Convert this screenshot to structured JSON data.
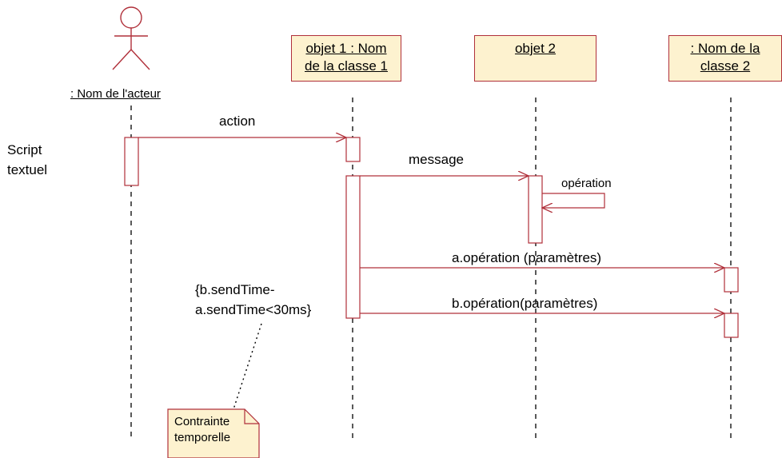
{
  "actor": {
    "name": ": Nom de l'acteur"
  },
  "objects": [
    {
      "line1": "objet 1 : Nom",
      "line2": "de la classe 1"
    },
    {
      "line1": "objet 2",
      "line2": ""
    },
    {
      "line1": ": Nom de la",
      "line2": "classe 2"
    }
  ],
  "script_label": {
    "line1": "Script",
    "line2": "textuel"
  },
  "messages": {
    "action": "action",
    "message": "message",
    "self_call": "opération",
    "call_a": "a.opération (paramètres)",
    "call_b": "b.opération(paramètres)"
  },
  "constraint": {
    "line1": "{b.sendTime-",
    "line2": "a.sendTime<30ms}"
  },
  "note": {
    "line1": "Contrainte",
    "line2": "temporelle"
  },
  "colors": {
    "accent": "#b0303a",
    "box_fill": "#fdf2cf",
    "lifeline": "#000000"
  }
}
